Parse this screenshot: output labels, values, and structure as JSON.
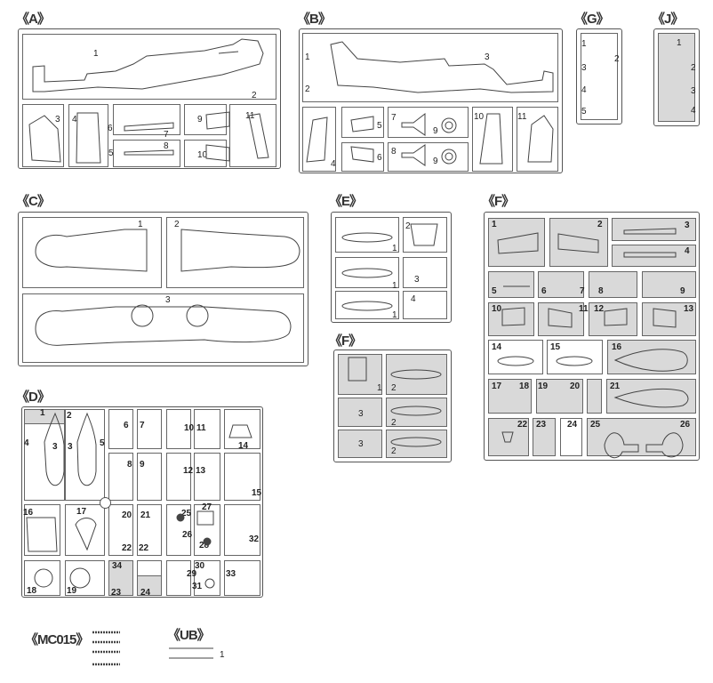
{
  "sprues": {
    "A": {
      "title": "《A》",
      "parts": [
        "1",
        "2",
        "3",
        "4",
        "6",
        "5",
        "7",
        "8",
        "9",
        "10",
        "11"
      ]
    },
    "B": {
      "title": "《B》",
      "parts": [
        "1",
        "2",
        "3",
        "4",
        "5",
        "6",
        "7",
        "8",
        "9",
        "9",
        "10",
        "11"
      ]
    },
    "G": {
      "title": "《G》",
      "parts": [
        "1",
        "2",
        "3",
        "4",
        "5"
      ]
    },
    "J": {
      "title": "《J》",
      "parts": [
        "1",
        "2",
        "3",
        "4"
      ]
    },
    "C": {
      "title": "《C》",
      "parts": [
        "1",
        "2",
        "3"
      ]
    },
    "E": {
      "title": "《E》",
      "parts": [
        "1",
        "2",
        "3",
        "1",
        "4",
        "1"
      ]
    },
    "F_small": {
      "title": "《F》",
      "parts": [
        "1",
        "2",
        "3",
        "2",
        "3",
        "2"
      ]
    },
    "F": {
      "title": "《F》",
      "parts": [
        "1",
        "2",
        "3",
        "4",
        "5",
        "6",
        "7",
        "8",
        "9",
        "10",
        "11",
        "12",
        "13",
        "14",
        "15",
        "16",
        "17",
        "18",
        "19",
        "20",
        "21",
        "22",
        "23",
        "24",
        "25",
        "26"
      ]
    },
    "D": {
      "title": "《D》",
      "parts": [
        "1",
        "2",
        "4",
        "3",
        "3",
        "5",
        "6",
        "7",
        "10",
        "11",
        "14",
        "8",
        "9",
        "12",
        "13",
        "15",
        "16",
        "17",
        "20",
        "21",
        "22",
        "22",
        "25",
        "27",
        "26",
        "28",
        "32",
        "34",
        "30",
        "29",
        "31",
        "33",
        "18",
        "19",
        "23",
        "24"
      ]
    },
    "MC015": {
      "title": "《MC015》"
    },
    "UB": {
      "title": "《UB》",
      "parts": [
        "1"
      ]
    }
  }
}
